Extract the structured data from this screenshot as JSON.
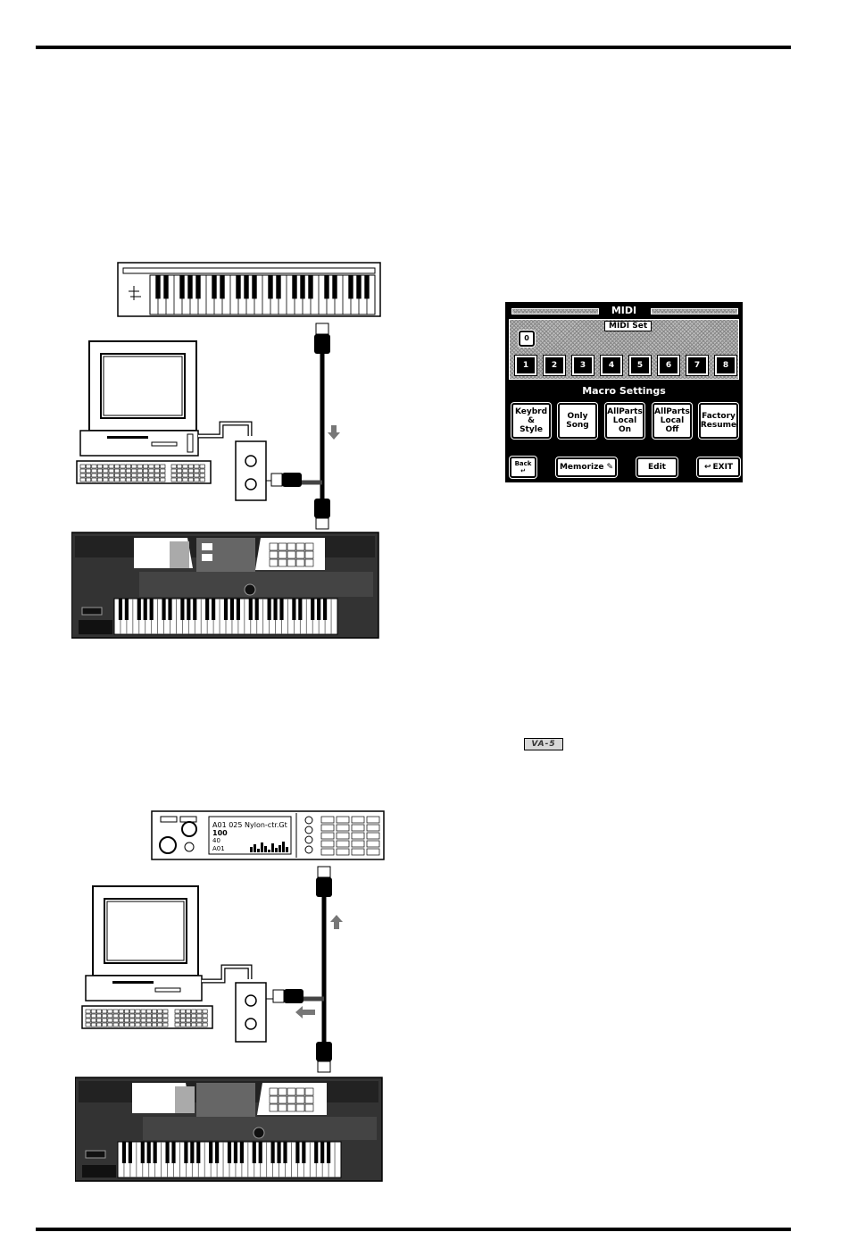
{
  "midi_screen": {
    "title": "MIDI",
    "midi_set_label": "MIDI Set",
    "selected_set": "0",
    "set_buttons": [
      "1",
      "2",
      "3",
      "4",
      "5",
      "6",
      "7",
      "8"
    ],
    "macro_settings_label": "Macro Settings",
    "macro_buttons": [
      {
        "label": "Keybrd\n&\nStyle"
      },
      {
        "label": "Only\nSong"
      },
      {
        "label": "AllParts\nLocal\nOn"
      },
      {
        "label": "AllParts\nLocal\nOff"
      },
      {
        "label": "Factory\nResume"
      }
    ],
    "back_label": "Back",
    "memorize_label": "Memorize",
    "edit_label": "Edit",
    "exit_label": "EXIT"
  },
  "module_display": {
    "line1": "A01 025 Nylon-ctr.Gt",
    "line2": "100",
    "line3": "40",
    "line4": "A01"
  },
  "vas_badge": "VA-5",
  "colors": {
    "ink": "#000000",
    "paper": "#ffffff",
    "arrow": "#777777"
  }
}
